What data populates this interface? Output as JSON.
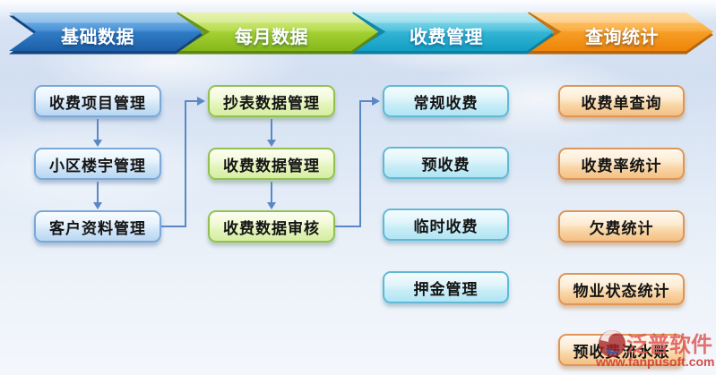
{
  "banners": [
    {
      "label": "基础数据",
      "color": "#2f7cc4"
    },
    {
      "label": "每月数据",
      "color": "#a3d133"
    },
    {
      "label": "收费管理",
      "color": "#33b4d4"
    },
    {
      "label": "查询统计",
      "color": "#f69d25"
    }
  ],
  "columns": [
    {
      "name": "basic-data",
      "buttons": [
        "收费项目管理",
        "小区楼宇管理",
        "客户资料管理"
      ]
    },
    {
      "name": "monthly-data",
      "buttons": [
        "抄表数据管理",
        "收费数据管理",
        "收费数据审核"
      ]
    },
    {
      "name": "fee-management",
      "buttons": [
        "常规收费",
        "预收费",
        "临时收费",
        "押金管理"
      ]
    },
    {
      "name": "query-statistics",
      "buttons": [
        "收费单查询",
        "收费率统计",
        "欠费统计",
        "物业状态统计",
        "预收费流水账"
      ]
    }
  ],
  "watermark": {
    "brand": "泛普软件",
    "url": "www.fanpusoft.com"
  },
  "connector_color": "#5b87c5"
}
